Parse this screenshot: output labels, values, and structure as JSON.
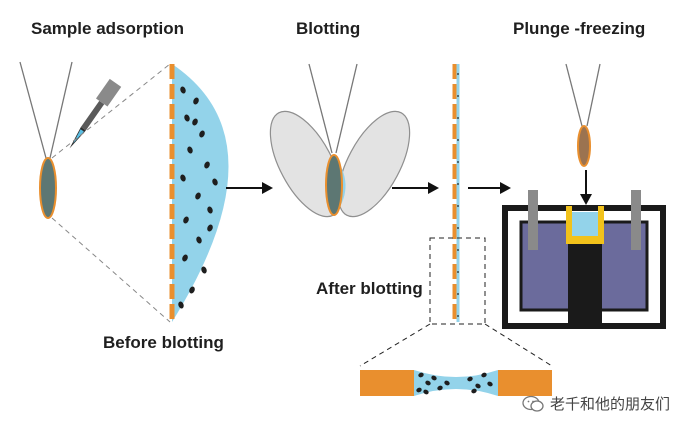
{
  "labels": {
    "sample_adsorption": "Sample adsorption",
    "blotting": "Blotting",
    "plunge_freezing": "Plunge -freezing",
    "after_blotting": "After blotting",
    "before_blotting": "Before blotting"
  },
  "watermark": {
    "text": "老千和他的朋友们",
    "icon": "wechat-icon"
  },
  "colors": {
    "grid_orange": "#e98f2e",
    "sample_blue": "#93d3ea",
    "particle": "#1e1e1e",
    "blotting_paper": "#e3e3e3",
    "cryogen_purple": "#6b6b9c",
    "dewar_dark": "#1a1a1a",
    "holder_gray": "#8a8a8a",
    "cup_yellow": "#f2c21b"
  }
}
